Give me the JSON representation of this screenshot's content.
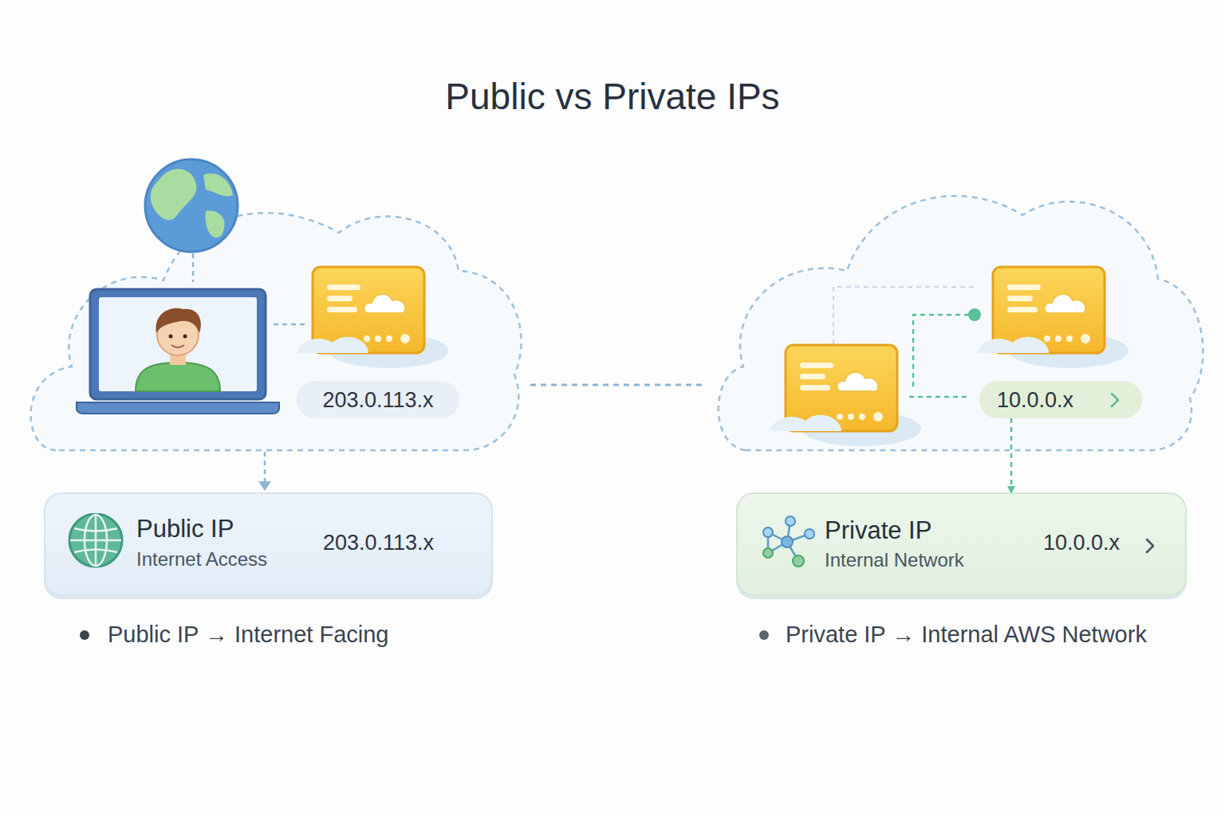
{
  "diagram": {
    "title": "Public vs Private IPs",
    "nodes": [
      {
        "text": [
          "203.0.113.x"
        ]
      },
      {
        "text": [
          "10.0.0.x"
        ]
      },
      {
        "text": [
          "Public IP",
          "Internet Access",
          "203.0.113.x"
        ]
      },
      {
        "text": [
          "Private IP",
          "Internal Network",
          "10.0.0.x"
        ]
      }
    ],
    "edges": [
      {
        "from": 1,
        "to": 3,
        "arrow": "to"
      }
    ],
    "labels": [
      "Public IP → Internet Facing",
      "Private IP → Internal AWS Network"
    ]
  }
}
